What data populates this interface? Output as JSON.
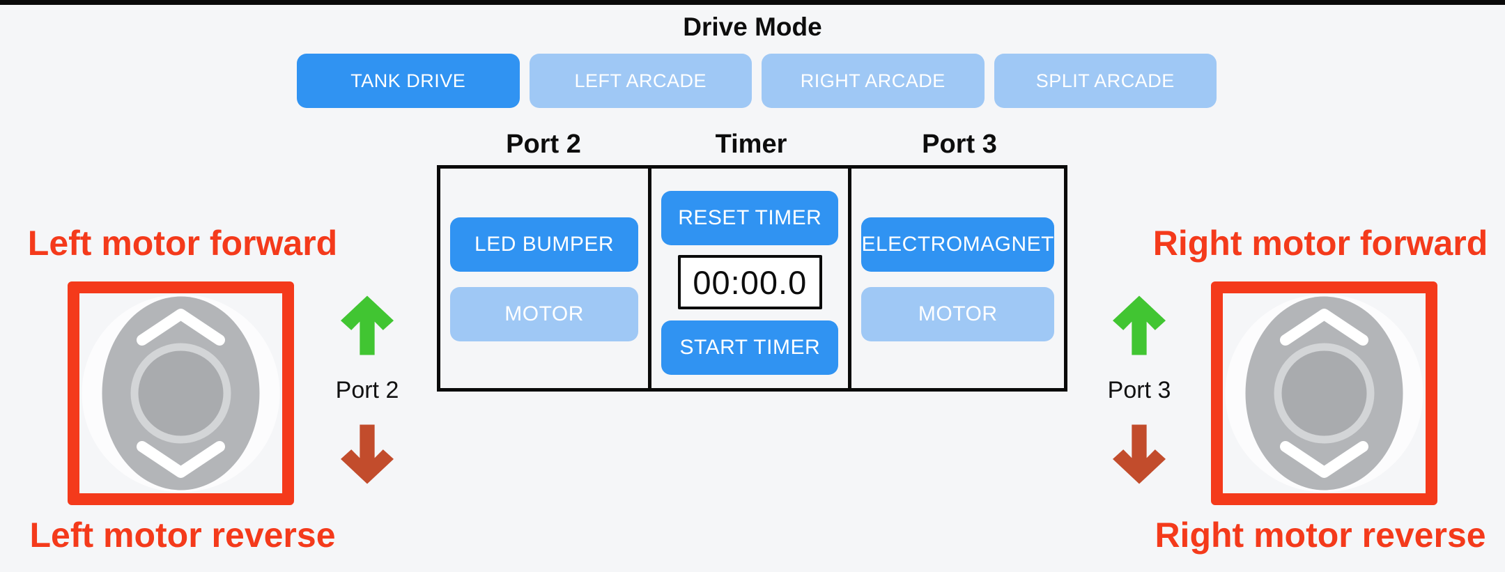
{
  "colors": {
    "background": "#f5f6f8",
    "active_blue": "#3093f2",
    "inactive_blue": "#9fc8f5",
    "red": "#f43a1b",
    "green_arrow": "#41c532",
    "dark_red_arrow": "#c24c2c"
  },
  "drive_mode": {
    "title": "Drive Mode",
    "buttons": [
      {
        "label": "TANK DRIVE",
        "active": true
      },
      {
        "label": "LEFT ARCADE",
        "active": false
      },
      {
        "label": "RIGHT ARCADE",
        "active": false
      },
      {
        "label": "SPLIT ARCADE",
        "active": false
      }
    ]
  },
  "control_panel": {
    "columns": [
      {
        "header": "Port 2",
        "buttons": [
          {
            "label": "LED BUMPER",
            "active": true
          },
          {
            "label": "MOTOR",
            "active": false
          }
        ]
      },
      {
        "header": "Timer",
        "reset_label": "RESET TIMER",
        "display": "00:00.0",
        "start_label": "START TIMER"
      },
      {
        "header": "Port 3",
        "buttons": [
          {
            "label": "ELECTROMAGNET",
            "active": true
          },
          {
            "label": "MOTOR",
            "active": false
          }
        ]
      }
    ]
  },
  "left_joystick": {
    "forward_label": "Left motor forward",
    "reverse_label": "Left motor reverse",
    "port_label": "Port 2"
  },
  "right_joystick": {
    "forward_label": "Right motor forward",
    "reverse_label": "Right motor reverse",
    "port_label": "Port 3"
  }
}
